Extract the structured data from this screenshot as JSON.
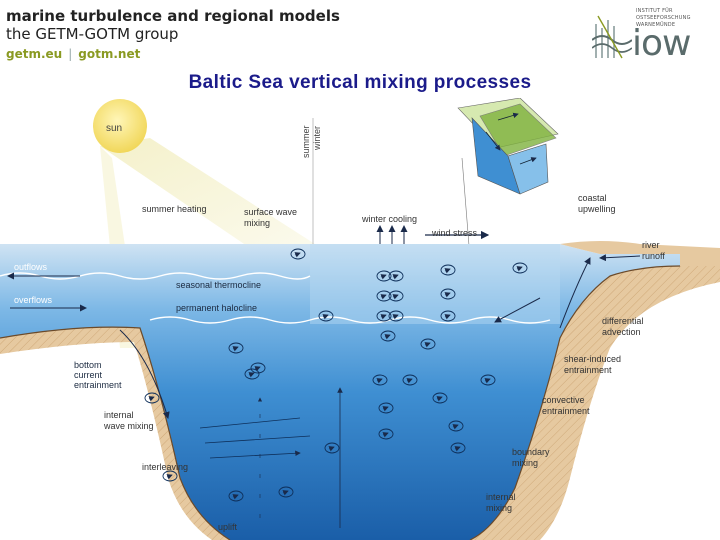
{
  "header": {
    "line1": "marine turbulence and regional models",
    "line2": "the GETM-GOTM group",
    "link1": "getm.eu",
    "separator": "|",
    "link2": "gotm.net",
    "logo": {
      "small_lines": [
        "INSTITUT FÜR",
        "OSTSEEFORSCHUNG",
        "WARNEMÜNDE"
      ],
      "word": "iow"
    }
  },
  "title": "Baltic Sea vertical mixing processes",
  "labels": {
    "sun": "sun",
    "summer": "summer",
    "winter": "winter",
    "summer_heating": "summer heating",
    "surface_wave_mixing": [
      "surface wave",
      "mixing"
    ],
    "winter_cooling": "winter cooling",
    "wind_stress": "wind stress",
    "coastal_upwelling": [
      "coastal",
      "upwelling"
    ],
    "river_runoff": [
      "river",
      "runoff"
    ],
    "outflows": "outflows",
    "seasonal_thermocline": "seasonal thermocline",
    "overflows": "overflows",
    "permanent_halocline": "permanent halocline",
    "differential_advection": [
      "differential",
      "advection"
    ],
    "bottom_current_entrainment": [
      "bottom",
      "current",
      "entrainment"
    ],
    "shear_induced_entrainment": [
      "shear-induced",
      "entrainment"
    ],
    "convective_entrainment": [
      "convective",
      "entrainment"
    ],
    "internal_wave_mixing": [
      "internal",
      "wave mixing"
    ],
    "boundary_mixing": [
      "boundary",
      "mixing"
    ],
    "interleaving": "interleaving",
    "internal_mixing": [
      "internal",
      "mixing"
    ],
    "uplift": "uplift"
  },
  "colors": {
    "title": "#1b1b8a",
    "brand_link": "#8a9a22",
    "water_surface": "#cfe3f3",
    "water_mid": "#4d9bd8",
    "water_deep": "#1a5ea8",
    "seabed": "#e6c9a0",
    "sun": "#f6e27a",
    "beam": "#f3efc4"
  }
}
